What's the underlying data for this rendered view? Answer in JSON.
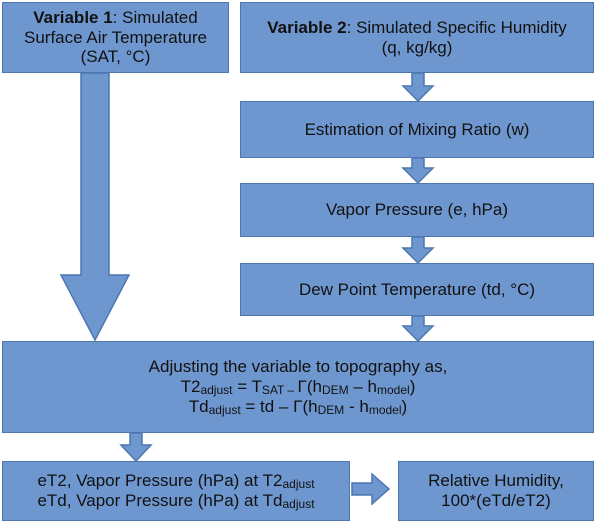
{
  "boxes": {
    "variable1": {
      "bold": "Variable 1",
      "rest": ": Simulated",
      "line2": "Surface Air Temperature",
      "line3": "(SAT, °C)"
    },
    "variable2": {
      "bold": "Variable 2",
      "rest": ": Simulated Specific Humidity",
      "line2": "(q, kg/kg)"
    },
    "mixing_ratio": "Estimation of Mixing Ratio (w)",
    "vapor_pressure": "Vapor Pressure (e, hPa)",
    "dew_point": "Dew Point Temperature (td, °C)",
    "adjusting": {
      "line1": "Adjusting the variable to topography as,",
      "eq1_lhs": "T2",
      "eq1_lhs_sub": "adjust",
      "eq1_mid": " = T",
      "eq1_sat_sub": "SAT – ",
      "eq1_gamma": "Γ(h",
      "eq1_dem_sub": "DEM",
      "eq1_minus": " – h",
      "eq1_model_sub": "model",
      "eq1_close": ")",
      "eq2_lhs": "Td",
      "eq2_lhs_sub": "adjust",
      "eq2_mid": " = td – Γ(h",
      "eq2_dem_sub": "DEM",
      "eq2_minus": " - h",
      "eq2_model_sub": "model",
      "eq2_close": ")"
    },
    "saturation": {
      "line1_pre": "eT2, Vapor Pressure (hPa) at T2",
      "line1_sub": "adjust",
      "line2_pre": "eTd, Vapor Pressure (hPa) at Td",
      "line2_sub": "adjust"
    },
    "relative_humidity": {
      "line1": "Relative Humidity,",
      "line2": "100*(eTd/eT2)"
    }
  },
  "colors": {
    "box_fill": "#6f97cf",
    "box_border": "#4c77b0",
    "arrow_fill": "#6f97cf",
    "arrow_border": "#4c77b0"
  }
}
